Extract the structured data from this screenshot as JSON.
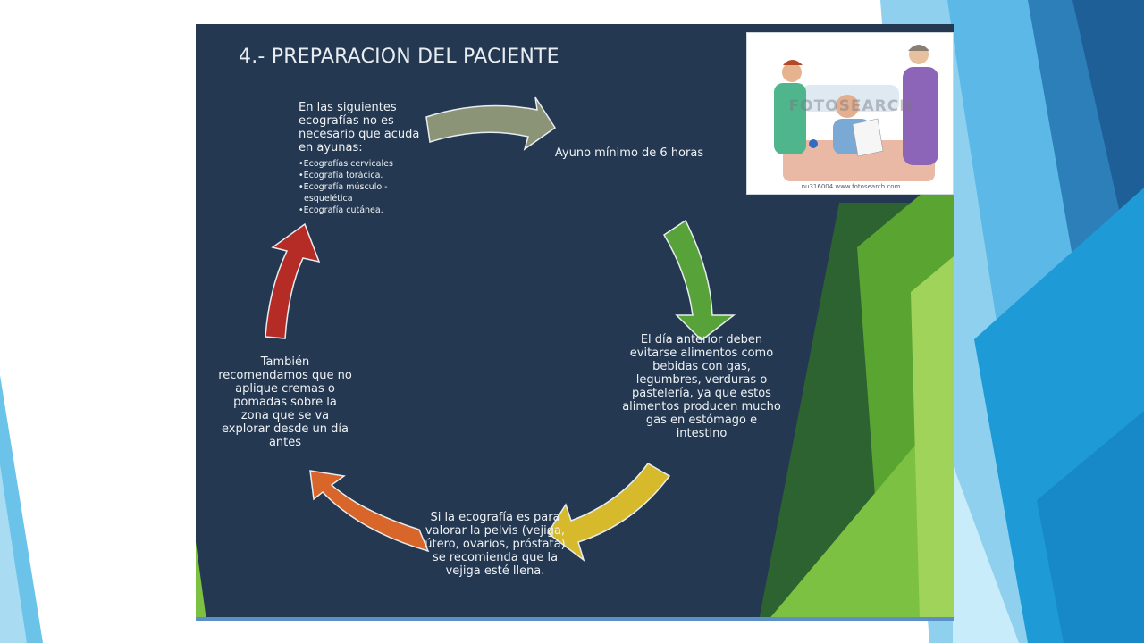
{
  "slide": {
    "title": "4.- PREPARACION DEL PACIENTE"
  },
  "cycle": {
    "step_ayunas": {
      "text": "En las siguientes ecografías no es necesario que acuda en ayunas:",
      "bullets": [
        "Ecografías cervicales",
        "Ecografía torácica.",
        "Ecografía músculo - esquelética",
        "Ecografía cutánea."
      ]
    },
    "step_ayuno": "Ayuno mínimo de 6 horas",
    "step_dia_anterior": "El día anterior deben evitarse alimentos como bebidas con gas, legumbres, verduras o pastelería, ya que estos alimentos producen mucho gas en estómago e intestino",
    "step_pelvis": "Si la ecografía es para valorar la pelvis (vejiga, útero, ovarios, próstata) se recomienda que la vejiga esté llena.",
    "step_cremas": "También recomendamos que no aplique cremas o pomadas sobre la zona que se va explorar desde un día antes"
  },
  "photo": {
    "watermark": "FOTOSEARCH",
    "caption": "nu316004 www.fotosearch.com"
  },
  "colors": {
    "slide_background": "#253851",
    "arrow_gray": "#8c9478",
    "arrow_green": "#58a23a",
    "arrow_yellow": "#d6ba2c",
    "arrow_orange": "#d8662a",
    "arrow_red": "#b52b25",
    "accent_blue": "#5cb8e6",
    "accent_green": "#7dc142"
  },
  "icons": [
    "curved-arrow-icon",
    "nurse-patient-illustration"
  ]
}
